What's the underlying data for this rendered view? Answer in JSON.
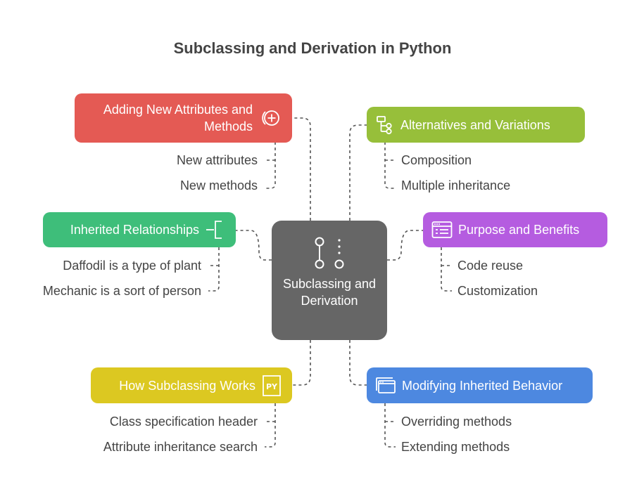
{
  "title": "Subclassing and Derivation in Python",
  "center": {
    "label": "Subclassing and Derivation",
    "icon": "class-hierarchy-icon",
    "color": "#666666"
  },
  "topics": [
    {
      "id": "adding",
      "label": "Adding New Attributes and Methods",
      "icon": "plus-circle-icon",
      "color": "#e45a54",
      "items": [
        "New attributes",
        "New methods"
      ]
    },
    {
      "id": "alternatives",
      "label": "Alternatives and Variations",
      "icon": "hierarchy-icon",
      "color": "#97bf3a",
      "items": [
        "Composition",
        "Multiple inheritance"
      ]
    },
    {
      "id": "inherited",
      "label": "Inherited Relationships",
      "icon": "bracket-icon",
      "color": "#3ebe7a",
      "items": [
        "Daffodil is a type of plant",
        "Mechanic is a sort of person"
      ]
    },
    {
      "id": "purpose",
      "label": "Purpose and Benefits",
      "icon": "list-window-icon",
      "color": "#b55ce0",
      "items": [
        "Code reuse",
        "Customization"
      ]
    },
    {
      "id": "how",
      "label": "How Subclassing Works",
      "icon": "python-file-icon",
      "color": "#dcc821",
      "items": [
        "Class specification header",
        "Attribute inheritance search"
      ]
    },
    {
      "id": "modifying",
      "label": "Modifying Inherited Behavior",
      "icon": "windows-icon",
      "color": "#4d88e0",
      "items": [
        "Overriding methods",
        "Extending methods"
      ]
    }
  ]
}
